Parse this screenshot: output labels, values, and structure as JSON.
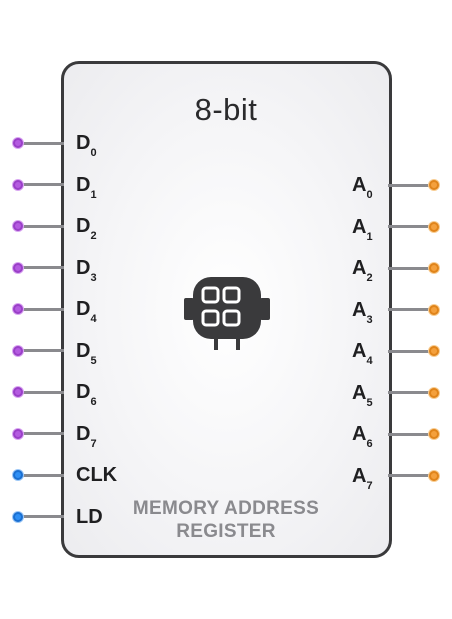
{
  "component": {
    "title": "8-bit",
    "subtitle_line1": "MEMORY ADDRESS",
    "subtitle_line2": "REGISTER",
    "icon": "chip-icon"
  },
  "inputs": [
    {
      "base": "D",
      "sub": "0",
      "color": "purple"
    },
    {
      "base": "D",
      "sub": "1",
      "color": "purple"
    },
    {
      "base": "D",
      "sub": "2",
      "color": "purple"
    },
    {
      "base": "D",
      "sub": "3",
      "color": "purple"
    },
    {
      "base": "D",
      "sub": "4",
      "color": "purple"
    },
    {
      "base": "D",
      "sub": "5",
      "color": "purple"
    },
    {
      "base": "D",
      "sub": "6",
      "color": "purple"
    },
    {
      "base": "D",
      "sub": "7",
      "color": "purple"
    },
    {
      "base": "CLK",
      "sub": "",
      "color": "blue"
    },
    {
      "base": "LD",
      "sub": "",
      "color": "blue"
    }
  ],
  "outputs": [
    {
      "base": "A",
      "sub": "0",
      "color": "orange"
    },
    {
      "base": "A",
      "sub": "1",
      "color": "orange"
    },
    {
      "base": "A",
      "sub": "2",
      "color": "orange"
    },
    {
      "base": "A",
      "sub": "3",
      "color": "orange"
    },
    {
      "base": "A",
      "sub": "4",
      "color": "orange"
    },
    {
      "base": "A",
      "sub": "5",
      "color": "orange"
    },
    {
      "base": "A",
      "sub": "6",
      "color": "orange"
    },
    {
      "base": "A",
      "sub": "7",
      "color": "orange"
    }
  ],
  "colors": {
    "purple": "#b45be0",
    "blue": "#2e8ff5",
    "orange": "#f4a03c",
    "border": "#3a3a3c",
    "wire": "#8a8a8e"
  }
}
